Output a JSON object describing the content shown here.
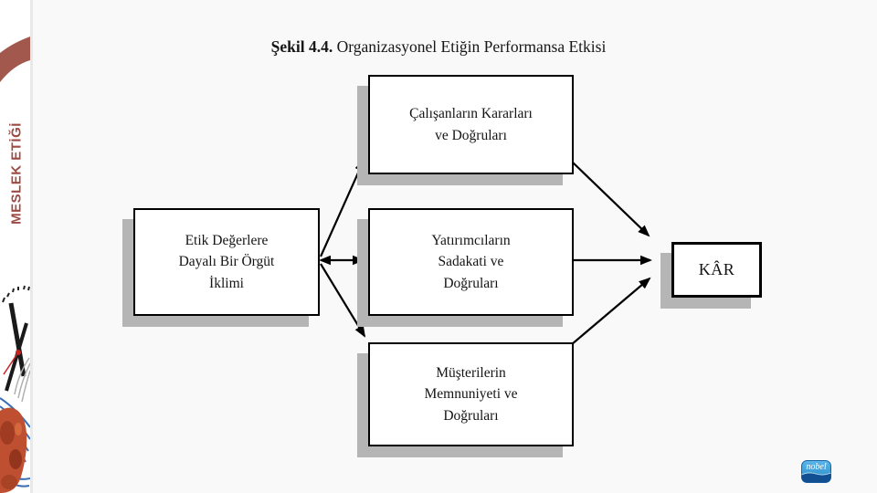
{
  "slide": {
    "title_prefix": "Şekil 4.4.",
    "title_rest": " Organizasyonel Etiğin Performansa Etkisi"
  },
  "sidebar": {
    "book_title": "MESLEK ETİĞİ"
  },
  "diagram": {
    "source_box": {
      "label": "Etik Değerlere\nDayalı Bir Örgüt\nİklimi"
    },
    "outcome_boxes": [
      {
        "label": "Çalışanların Kararları\nve Doğruları"
      },
      {
        "label": "Yatırımcıların\nSadakati ve\nDoğruları"
      },
      {
        "label": "Müşterilerin\nMemnuniyeti ve\nDoğruları"
      }
    ],
    "result_box": {
      "label": "KÂR"
    }
  },
  "footer": {
    "publisher_logo_text": "nobel"
  },
  "colors": {
    "accent_spine_red": "#9c4a42",
    "box_shadow_gray": "#b5b5b5",
    "box_border": "#000000",
    "logo_light_blue": "#4aa8dd",
    "logo_dark_blue": "#124f92"
  }
}
